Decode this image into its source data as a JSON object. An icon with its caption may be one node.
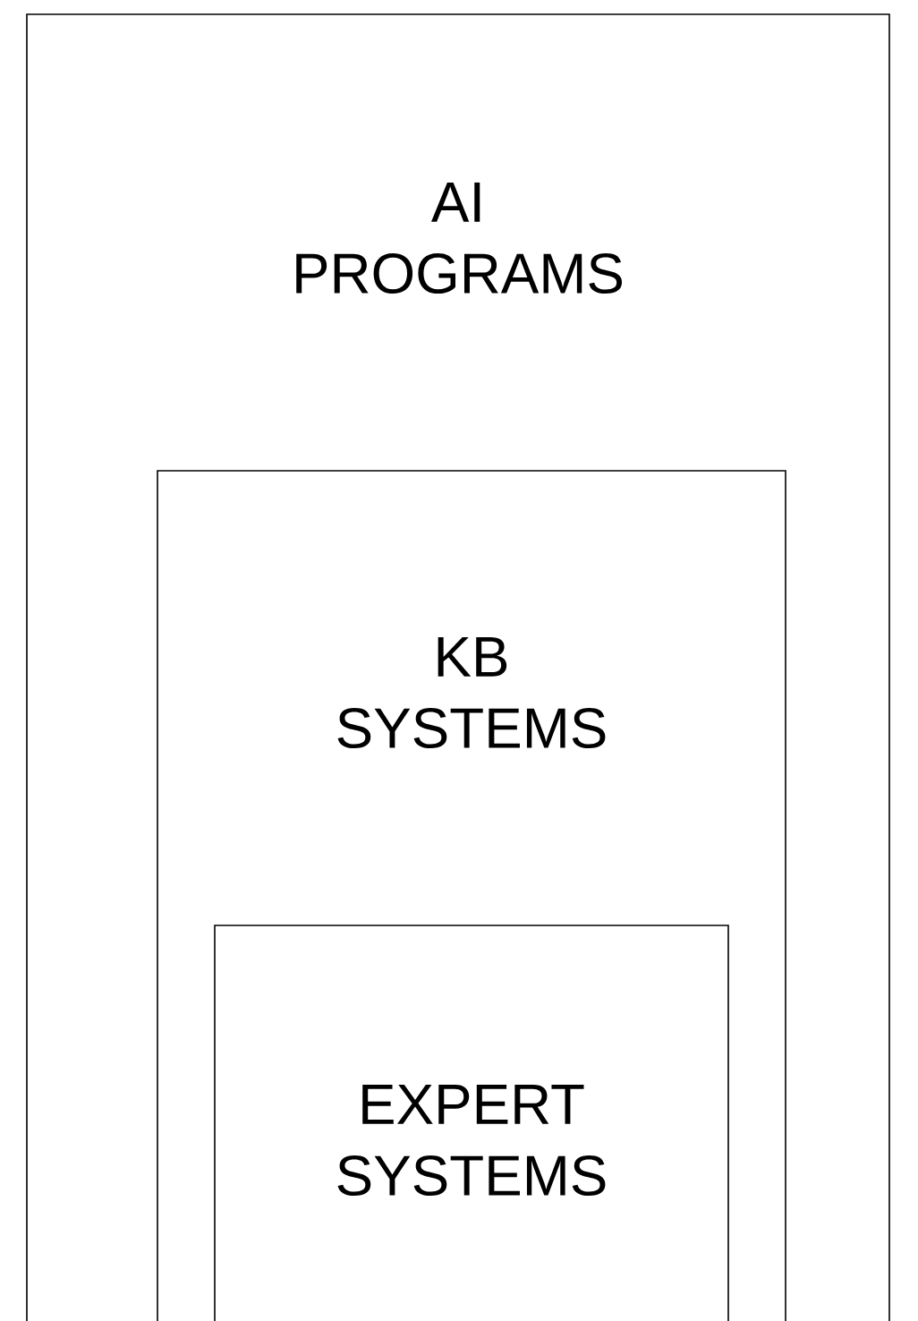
{
  "diagram": {
    "nodes": [
      {
        "text": [
          "AI PROGRAMS"
        ]
      },
      {
        "text": [
          "KB SYSTEMS"
        ],
        "in": 0
      },
      {
        "text": [
          "EXPERT SYSTEMS"
        ],
        "in": 1
      }
    ]
  }
}
